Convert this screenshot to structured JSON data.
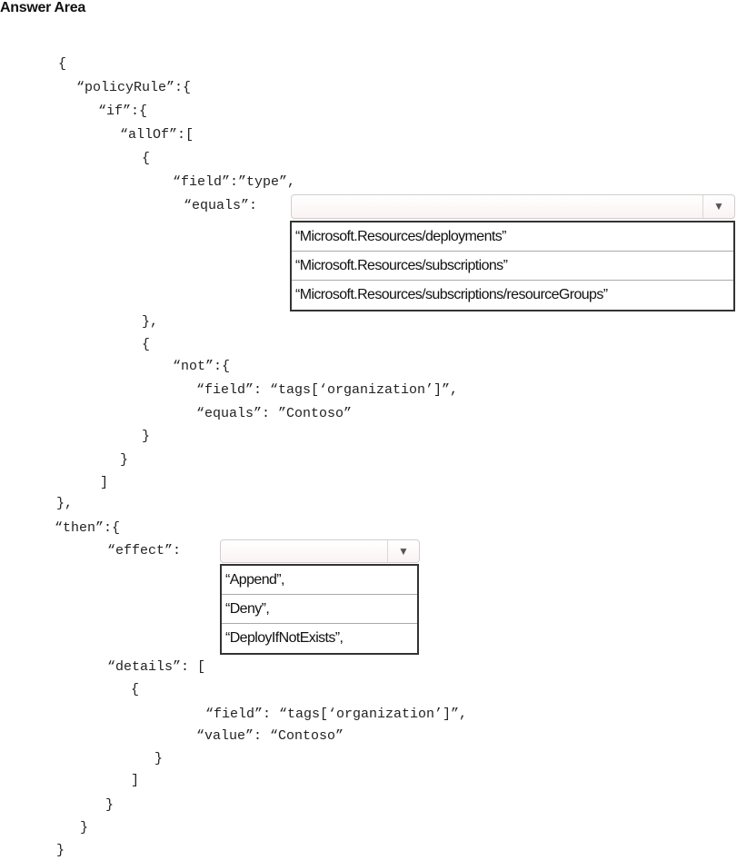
{
  "title": "Answer Area",
  "code": {
    "l1": "{",
    "l2": "“policyRule”:{",
    "l3": "“if”:{",
    "l4": "“allOf”:[",
    "l5": "{",
    "l6": "“field”:”type”,",
    "l7": "“equals”:",
    "l8": "},",
    "l9": "{",
    "l10": "“not”:{",
    "l11": "“field”: “tags[‘organization’]”,",
    "l12": "“equals”: ”Contoso”",
    "l13": "}",
    "l14": "}",
    "l15": "]",
    "l16": "},",
    "l17": "“then”:{",
    "l18": "“effect”:",
    "l19": "“details”: [",
    "l20": "{",
    "l21": "“field”: “tags[‘organization’]”,",
    "l22": "“value”: “Contoso”",
    "l23": "}",
    "l24": "]",
    "l25": "}",
    "l26": "}",
    "l27": "}"
  },
  "equals_dropdown": {
    "value": "",
    "arrow_icon": "triangle-down",
    "options": [
      "“Microsoft.Resources/deployments”",
      "“Microsoft.Resources/subscriptions”",
      "“Microsoft.Resources/subscriptions/resourceGroups”"
    ]
  },
  "effect_dropdown": {
    "value": "",
    "arrow_icon": "triangle-down",
    "options": [
      "“Append”,",
      "“Deny”,",
      "“DeployIfNotExists”,"
    ]
  }
}
